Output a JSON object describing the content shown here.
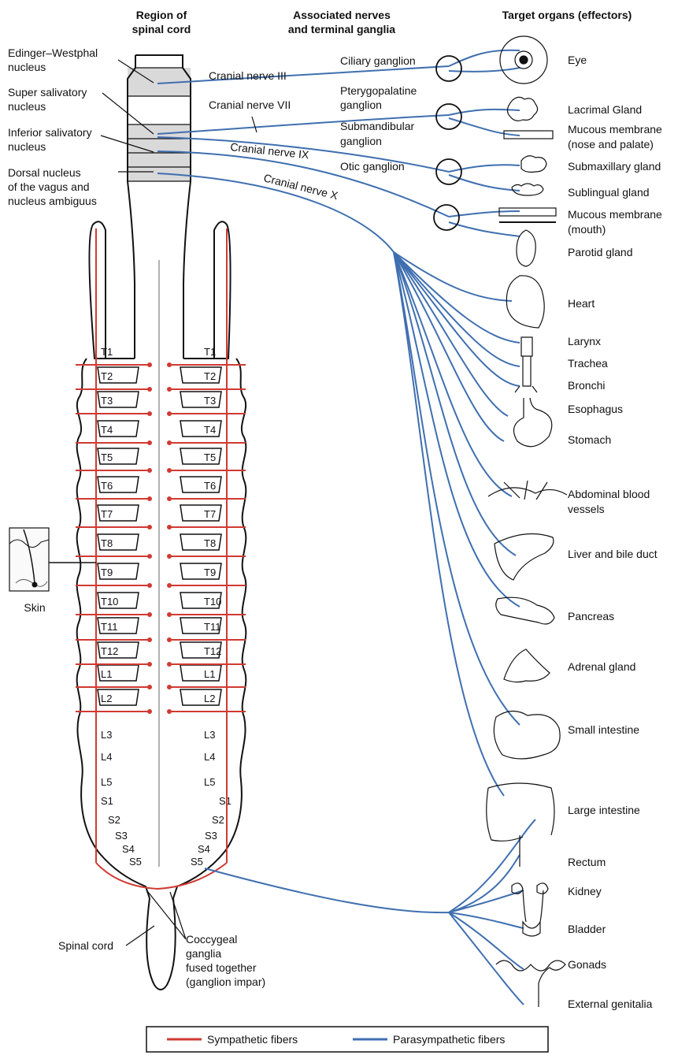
{
  "headers": {
    "region_l1": "Region of",
    "region_l2": "spinal cord",
    "nerves_l1": "Associated nerves",
    "nerves_l2": "and terminal ganglia",
    "targets": "Target organs (effectors)"
  },
  "nuclei": [
    {
      "lines": [
        "Edinger–Westphal",
        "nucleus"
      ]
    },
    {
      "lines": [
        "Super salivatory",
        "nucleus"
      ]
    },
    {
      "lines": [
        "Inferior salivatory",
        "nucleus"
      ]
    },
    {
      "lines": [
        "Dorsal nucleus",
        "of the vagus and",
        "nucleus ambiguus"
      ]
    }
  ],
  "cranial_nerves": [
    "Cranial nerve III",
    "Cranial nerve VII",
    "Cranial nerve IX",
    "Cranial nerve X"
  ],
  "ganglia": [
    {
      "lines": [
        "Ciliary ganglion"
      ]
    },
    {
      "lines": [
        "Pterygopalatine",
        "ganglion"
      ]
    },
    {
      "lines": [
        "Submandibular",
        "ganglion"
      ]
    },
    {
      "lines": [
        "Otic ganglion"
      ]
    }
  ],
  "organs": [
    {
      "lines": [
        "Eye"
      ]
    },
    {
      "lines": [
        "Lacrimal Gland"
      ]
    },
    {
      "lines": [
        "Mucous membrane",
        "(nose and palate)"
      ]
    },
    {
      "lines": [
        "Submaxillary gland"
      ]
    },
    {
      "lines": [
        "Sublingual gland"
      ]
    },
    {
      "lines": [
        "Mucous membrane",
        "(mouth)"
      ]
    },
    {
      "lines": [
        "Parotid gland"
      ]
    },
    {
      "lines": [
        "Heart"
      ]
    },
    {
      "lines": [
        "Larynx"
      ]
    },
    {
      "lines": [
        "Trachea"
      ]
    },
    {
      "lines": [
        "Bronchi"
      ]
    },
    {
      "lines": [
        "Esophagus"
      ]
    },
    {
      "lines": [
        "Stomach"
      ]
    },
    {
      "lines": [
        "Abdominal blood",
        "vessels"
      ]
    },
    {
      "lines": [
        "Liver and bile duct"
      ]
    },
    {
      "lines": [
        "Pancreas"
      ]
    },
    {
      "lines": [
        "Adrenal gland"
      ]
    },
    {
      "lines": [
        "Small intestine"
      ]
    },
    {
      "lines": [
        "Large intestine"
      ]
    },
    {
      "lines": [
        "Rectum"
      ]
    },
    {
      "lines": [
        "Kidney"
      ]
    },
    {
      "lines": [
        "Bladder"
      ]
    },
    {
      "lines": [
        "Gonads"
      ]
    },
    {
      "lines": [
        "External genitalia"
      ]
    }
  ],
  "segments": [
    "T1",
    "T2",
    "T3",
    "T4",
    "T5",
    "T6",
    "T7",
    "T8",
    "T9",
    "T10",
    "T11",
    "T12",
    "L1",
    "L2",
    "L3",
    "L4",
    "L5",
    "S1",
    "S2",
    "S3",
    "S4",
    "S5"
  ],
  "other_labels": {
    "skin": "Skin",
    "spinal_cord": "Spinal cord",
    "coccygeal": [
      "Coccygeal",
      "ganglia",
      "fused together",
      "(ganglion impar)"
    ]
  },
  "legend": {
    "sympathetic": "Sympathetic fibers",
    "parasympathetic": "Parasympathetic fibers"
  },
  "colors": {
    "sympathetic": "#d03a32",
    "parasympathetic": "#3f6fb0",
    "outline": "#111111",
    "cord_shade": "#d9d9d9"
  }
}
